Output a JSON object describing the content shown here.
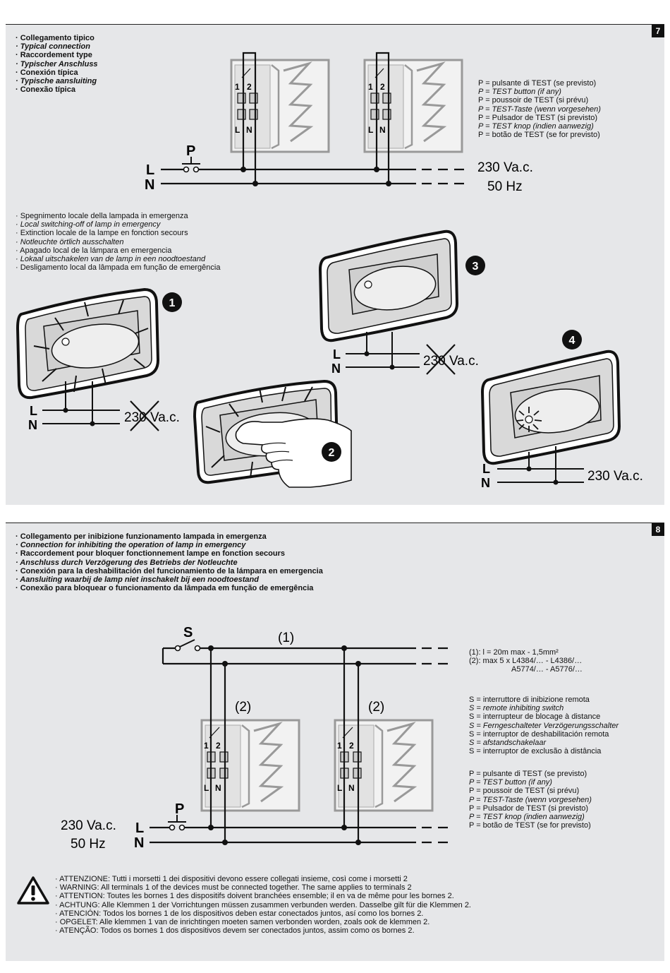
{
  "section7": {
    "number": "7",
    "title": [
      {
        "text": "· Collegamento tipico",
        "style": "b"
      },
      {
        "text": "· Typical connection",
        "style": "b i"
      },
      {
        "text": "· Raccordement type",
        "style": "b"
      },
      {
        "text": "· Typischer Anschluss",
        "style": "b i"
      },
      {
        "text": "· Conexión típica",
        "style": "b"
      },
      {
        "text": "· Typische aansluiting",
        "style": "b i"
      },
      {
        "text": "· Conexão típica",
        "style": "b"
      }
    ],
    "p_legend": [
      {
        "text": "P = pulsante di TEST (se previsto)",
        "style": ""
      },
      {
        "text": "P = TEST button (if any)",
        "style": "i"
      },
      {
        "text": "P = poussoir de TEST (si prévu)",
        "style": ""
      },
      {
        "text": "P = TEST-Taste (wenn vorgesehen)",
        "style": "i"
      },
      {
        "text": "P = Pulsador de TEST (si previsto)",
        "style": ""
      },
      {
        "text": "P = TEST knop (indien aanwezig)",
        "style": "i"
      },
      {
        "text": "P = botão de TEST (se for previsto)",
        "style": ""
      }
    ],
    "voltage": "230 Va.c.",
    "freq": "50 Hz",
    "label_L": "L",
    "label_N": "N",
    "label_P": "P",
    "terminal_1": "1",
    "terminal_2": "2",
    "local_title": [
      {
        "text": "· Spegnimento locale della lampada in emergenza",
        "style": ""
      },
      {
        "text": "· Local switching-off of lamp in emergency",
        "style": "i"
      },
      {
        "text": "· Extinction locale de la lampe en fonction secours",
        "style": ""
      },
      {
        "text": "· Notleuchte örtlich ausschalten",
        "style": "i"
      },
      {
        "text": "· Apagado local de la lámpara en emergencia",
        "style": ""
      },
      {
        "text": "· Lokaal uitschakelen van de lamp in een noodtoestand",
        "style": "i"
      },
      {
        "text": "· Desligamento local da lâmpada em função de emergência",
        "style": ""
      }
    ],
    "steps": [
      "1",
      "2",
      "3",
      "4"
    ]
  },
  "section8": {
    "number": "8",
    "title": [
      {
        "text": "· Collegamento per inibizione funzionamento lampada in emergenza",
        "style": "b"
      },
      {
        "text": "· Connection for inhibiting the operation of lamp in emergency",
        "style": "b i"
      },
      {
        "text": "· Raccordement pour bloquer fonctionnement lampe en fonction secours",
        "style": "b"
      },
      {
        "text": "· Anschluss durch Verzögerung des Betriebs der Notleuchte",
        "style": "b i"
      },
      {
        "text": "· Conexión para la deshabilitación del funcionamiento de la lámpara en emergencia",
        "style": "b"
      },
      {
        "text": "· Aansluiting waarbij de lamp niet inschakelt bij een noodtoestand",
        "style": "b i"
      },
      {
        "text": "· Conexão para bloquear o funcionamento da lâmpada em função de emergência",
        "style": "b"
      }
    ],
    "label_S": "S",
    "label_1": "(1)",
    "label_2": "(2)",
    "cable_notes": [
      "(1): l = 20m max - 1,5mm²",
      "(2): max 5 x L4384/… - L4386/…",
      "A5774/… - A5776/…"
    ],
    "s_legend": [
      {
        "text": "S = interruttore di inibizione remota",
        "style": ""
      },
      {
        "text": "S = remote inhibiting switch",
        "style": "i"
      },
      {
        "text": "S = interrupteur de blocage à distance",
        "style": ""
      },
      {
        "text": "S = Ferngeschalteter Verzögerungsschalter",
        "style": "i"
      },
      {
        "text": "S = interruptor de deshabilitación remota",
        "style": ""
      },
      {
        "text": "S = afstandschakelaar",
        "style": "i"
      },
      {
        "text": "S = interruptor de exclusão à distância",
        "style": ""
      }
    ],
    "p_legend": [
      {
        "text": "P = pulsante di TEST (se previsto)",
        "style": ""
      },
      {
        "text": "P = TEST button (if any)",
        "style": "i"
      },
      {
        "text": "P = poussoir de TEST (si prévu)",
        "style": ""
      },
      {
        "text": "P = TEST-Taste (wenn vorgesehen)",
        "style": "i"
      },
      {
        "text": "P = Pulsador de TEST (si previsto)",
        "style": ""
      },
      {
        "text": "P = TEST knop (indien aanwezig)",
        "style": "i"
      },
      {
        "text": "P = botão de TEST (se for previsto)",
        "style": ""
      }
    ],
    "warnings": [
      "· ATTENZIONE: Tutti i morsetti 1 dei dispositivi devono essere collegati insieme, così come i morsetti 2",
      "· WARNING: All terminals 1 of the devices must be connected together. The same applies to terminals 2",
      "· ATTENTION: Toutes les bornes 1 des dispositifs doivent branchées ensemble; il en va de même pour les bornes 2.",
      "· ACHTUNG: Alle Klemmen 1 der Vorrichtungen müssen zusammen verbunden werden. Dasselbe gilt für die Klemmen 2.",
      "· ATENCIÓN: Todos los bornes 1 de los dispositivos deben estar conectados juntos, así como los bornes 2.",
      "· OPGELET: Alle klemmen 1 van de inrichtingen moeten samen verbonden worden, zoals ook de klemmen 2.",
      "· ATENÇÃO: Todos os bornes 1 dos dispositivos devem ser conectados juntos, assim como os bornes 2."
    ]
  }
}
